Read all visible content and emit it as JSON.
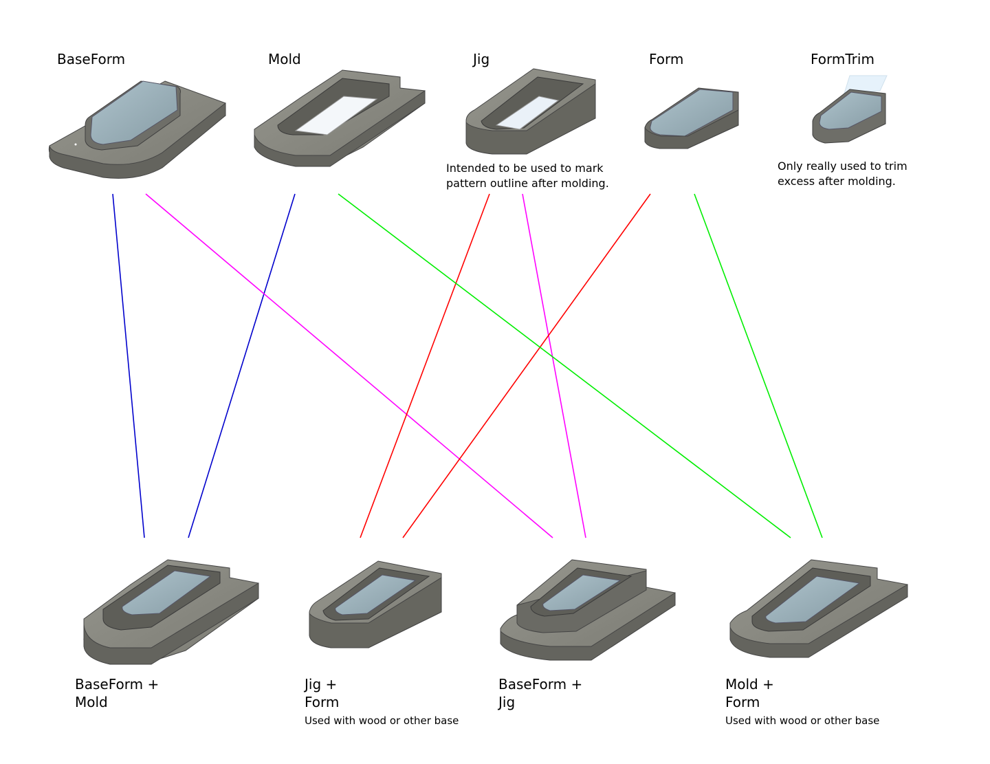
{
  "parts": [
    {
      "title": "BaseForm"
    },
    {
      "title": "Mold"
    },
    {
      "title": "Jig",
      "note": "Intended to be used to mark pattern outline after molding."
    },
    {
      "title": "Form"
    },
    {
      "title": "FormTrim",
      "note": "Only really used to trim excess after molding."
    }
  ],
  "combos": [
    {
      "line1": "BaseForm +",
      "line2": "Mold"
    },
    {
      "line1": "Jig +",
      "line2": "Form",
      "note": "Used with wood or other base"
    },
    {
      "line1": "BaseForm +",
      "line2": "Jig"
    },
    {
      "line1": "Mold +",
      "line2": "Form",
      "note": "Used with wood or other base"
    }
  ],
  "links": [
    {
      "from": "BaseForm",
      "to": "BaseForm + Mold",
      "color": "#0000cc"
    },
    {
      "from": "Mold",
      "to": "BaseForm + Mold",
      "color": "#0000cc"
    },
    {
      "from": "Jig",
      "to": "Jig + Form",
      "color": "#ff0000"
    },
    {
      "from": "Form",
      "to": "Jig + Form",
      "color": "#ff0000"
    },
    {
      "from": "BaseForm",
      "to": "BaseForm + Jig",
      "color": "#ff00ff"
    },
    {
      "from": "Jig",
      "to": "BaseForm + Jig",
      "color": "#ff00ff"
    },
    {
      "from": "Mold",
      "to": "Mold + Form",
      "color": "#00ee00"
    },
    {
      "from": "Form",
      "to": "Mold + Form",
      "color": "#00ee00"
    }
  ],
  "colors": {
    "model_body": "#7a7a72",
    "model_top": "#8d8d85",
    "model_side": "#62625c",
    "glass": "#9fb4bd"
  }
}
